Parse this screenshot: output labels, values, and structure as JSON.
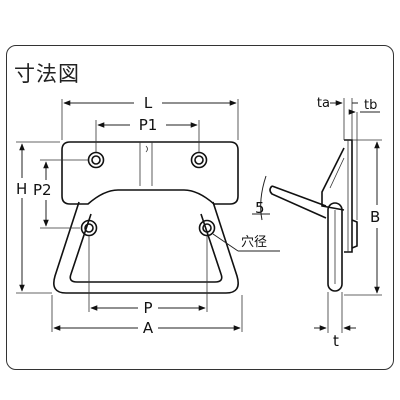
{
  "title": "寸法図",
  "labels": {
    "L": "L",
    "P1": "P1",
    "H": "H",
    "P2": "P2",
    "P": "P",
    "A": "A",
    "ta": "ta",
    "tb": "tb",
    "B": "B",
    "t": "t",
    "angle": "5",
    "hole": "穴径"
  }
}
